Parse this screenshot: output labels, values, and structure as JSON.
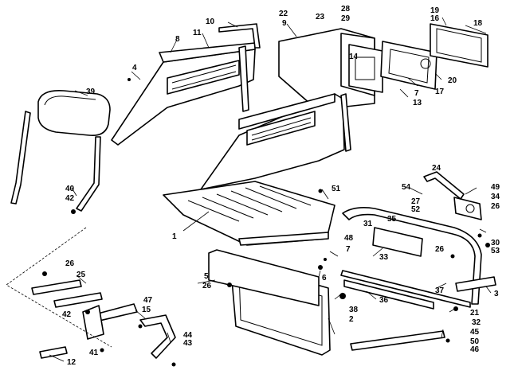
{
  "callouts": [
    {
      "id": "c1",
      "text": "1"
    },
    {
      "id": "c2",
      "text": "2"
    },
    {
      "id": "c3",
      "text": "3"
    },
    {
      "id": "c4",
      "text": "4"
    },
    {
      "id": "c5",
      "text": "5"
    },
    {
      "id": "c6",
      "text": "6"
    },
    {
      "id": "c7a",
      "text": "7"
    },
    {
      "id": "c7b",
      "text": "7"
    },
    {
      "id": "c8",
      "text": "8"
    },
    {
      "id": "c9",
      "text": "9"
    },
    {
      "id": "c10",
      "text": "10"
    },
    {
      "id": "c11",
      "text": "11"
    },
    {
      "id": "c12",
      "text": "12"
    },
    {
      "id": "c13",
      "text": "13"
    },
    {
      "id": "c14",
      "text": "14"
    },
    {
      "id": "c15",
      "text": "15"
    },
    {
      "id": "c16",
      "text": "16"
    },
    {
      "id": "c17",
      "text": "17"
    },
    {
      "id": "c18",
      "text": "18"
    },
    {
      "id": "c19",
      "text": "19"
    },
    {
      "id": "c20",
      "text": "20"
    },
    {
      "id": "c21",
      "text": "21"
    },
    {
      "id": "c22",
      "text": "22"
    },
    {
      "id": "c23",
      "text": "23"
    },
    {
      "id": "c24",
      "text": "24"
    },
    {
      "id": "c25",
      "text": "25"
    },
    {
      "id": "c26a",
      "text": "26"
    },
    {
      "id": "c26b",
      "text": "26"
    },
    {
      "id": "c26c",
      "text": "26"
    },
    {
      "id": "c26d",
      "text": "26"
    },
    {
      "id": "c27",
      "text": "27"
    },
    {
      "id": "c28",
      "text": "28"
    },
    {
      "id": "c29",
      "text": "29"
    },
    {
      "id": "c30",
      "text": "30"
    },
    {
      "id": "c31",
      "text": "31"
    },
    {
      "id": "c32",
      "text": "32"
    },
    {
      "id": "c33",
      "text": "33"
    },
    {
      "id": "c34",
      "text": "34"
    },
    {
      "id": "c35",
      "text": "35"
    },
    {
      "id": "c36",
      "text": "36"
    },
    {
      "id": "c37",
      "text": "37"
    },
    {
      "id": "c38",
      "text": "38"
    },
    {
      "id": "c39",
      "text": "39"
    },
    {
      "id": "c40",
      "text": "40"
    },
    {
      "id": "c41",
      "text": "41"
    },
    {
      "id": "c42a",
      "text": "42"
    },
    {
      "id": "c42b",
      "text": "42"
    },
    {
      "id": "c43",
      "text": "43"
    },
    {
      "id": "c44",
      "text": "44"
    },
    {
      "id": "c45",
      "text": "45"
    },
    {
      "id": "c46",
      "text": "46"
    },
    {
      "id": "c47",
      "text": "47"
    },
    {
      "id": "c48",
      "text": "48"
    },
    {
      "id": "c49",
      "text": "49"
    },
    {
      "id": "c50",
      "text": "50"
    },
    {
      "id": "c51",
      "text": "51"
    },
    {
      "id": "c52",
      "text": "52"
    },
    {
      "id": "c53",
      "text": "53"
    },
    {
      "id": "c54",
      "text": "54"
    }
  ]
}
